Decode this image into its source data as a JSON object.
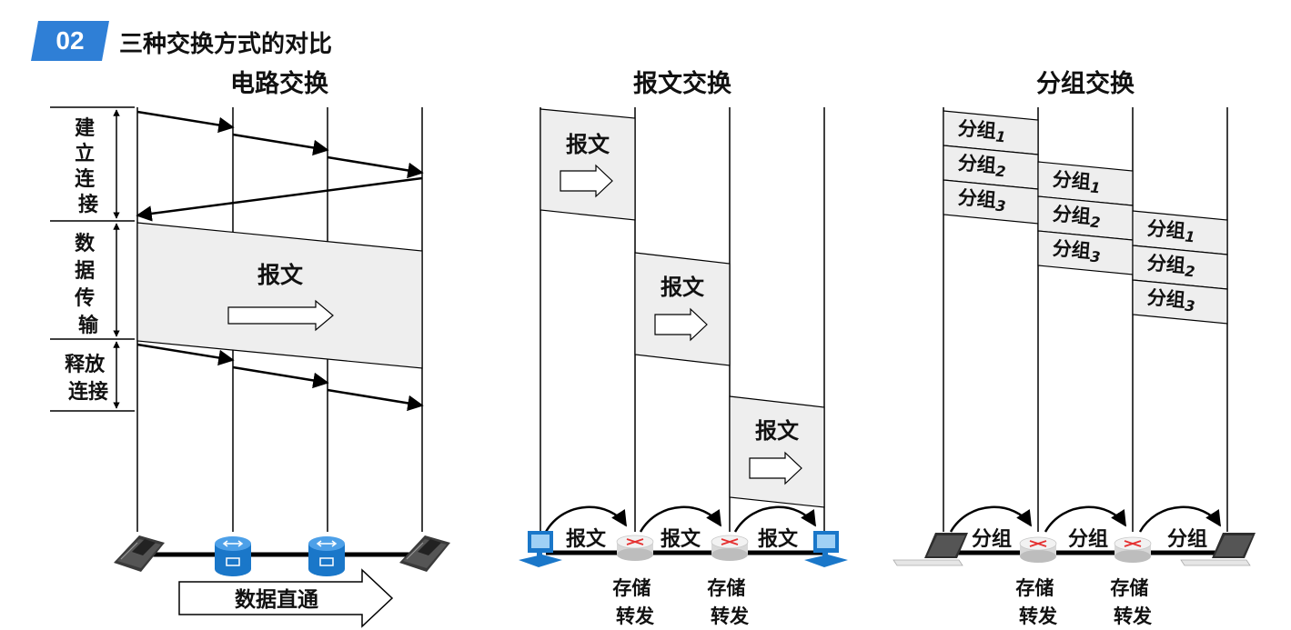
{
  "section": {
    "number": "02",
    "title": "三种交换方式的对比"
  },
  "colors": {
    "accent": "#2f7fd6",
    "shade": "#eeeeee",
    "line": "#000000",
    "device": "#1a77c9"
  },
  "circuit": {
    "title": "电路交换",
    "phases": [
      "建立连接",
      "数据传输",
      "释放连接"
    ],
    "message": "报文",
    "direct_label": "数据直通",
    "nodes": [
      "phone-icon",
      "switch-icon",
      "switch-icon",
      "phone-icon"
    ]
  },
  "message_switching": {
    "title": "报文交换",
    "message": "报文",
    "hop_labels": [
      "报文",
      "报文",
      "报文"
    ],
    "node_label": "存储转发",
    "nodes": [
      "computer-icon",
      "router-icon",
      "router-icon",
      "computer-icon"
    ]
  },
  "packet_switching": {
    "title": "分组交换",
    "packet_label": "分组",
    "packet_numbers": [
      "1",
      "2",
      "3"
    ],
    "hop_labels": [
      "分组",
      "分组",
      "分组"
    ],
    "node_label": "存储转发",
    "nodes": [
      "laptop-icon",
      "router-icon",
      "router-icon",
      "laptop-icon"
    ]
  }
}
